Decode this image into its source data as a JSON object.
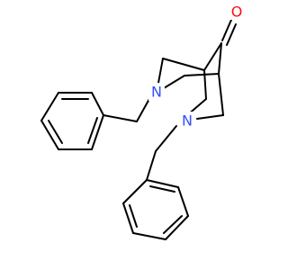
{
  "molecule": {
    "atoms": [
      {
        "id": "O1",
        "symbol": "O",
        "label": "O",
        "color": "#ff0d0d"
      },
      {
        "id": "N1",
        "symbol": "N",
        "label": "N",
        "color": "#3050f8"
      },
      {
        "id": "N2",
        "symbol": "N",
        "label": "N",
        "color": "#3050f8"
      }
    ],
    "bond_color": "#000000",
    "background": "#ffffff"
  }
}
